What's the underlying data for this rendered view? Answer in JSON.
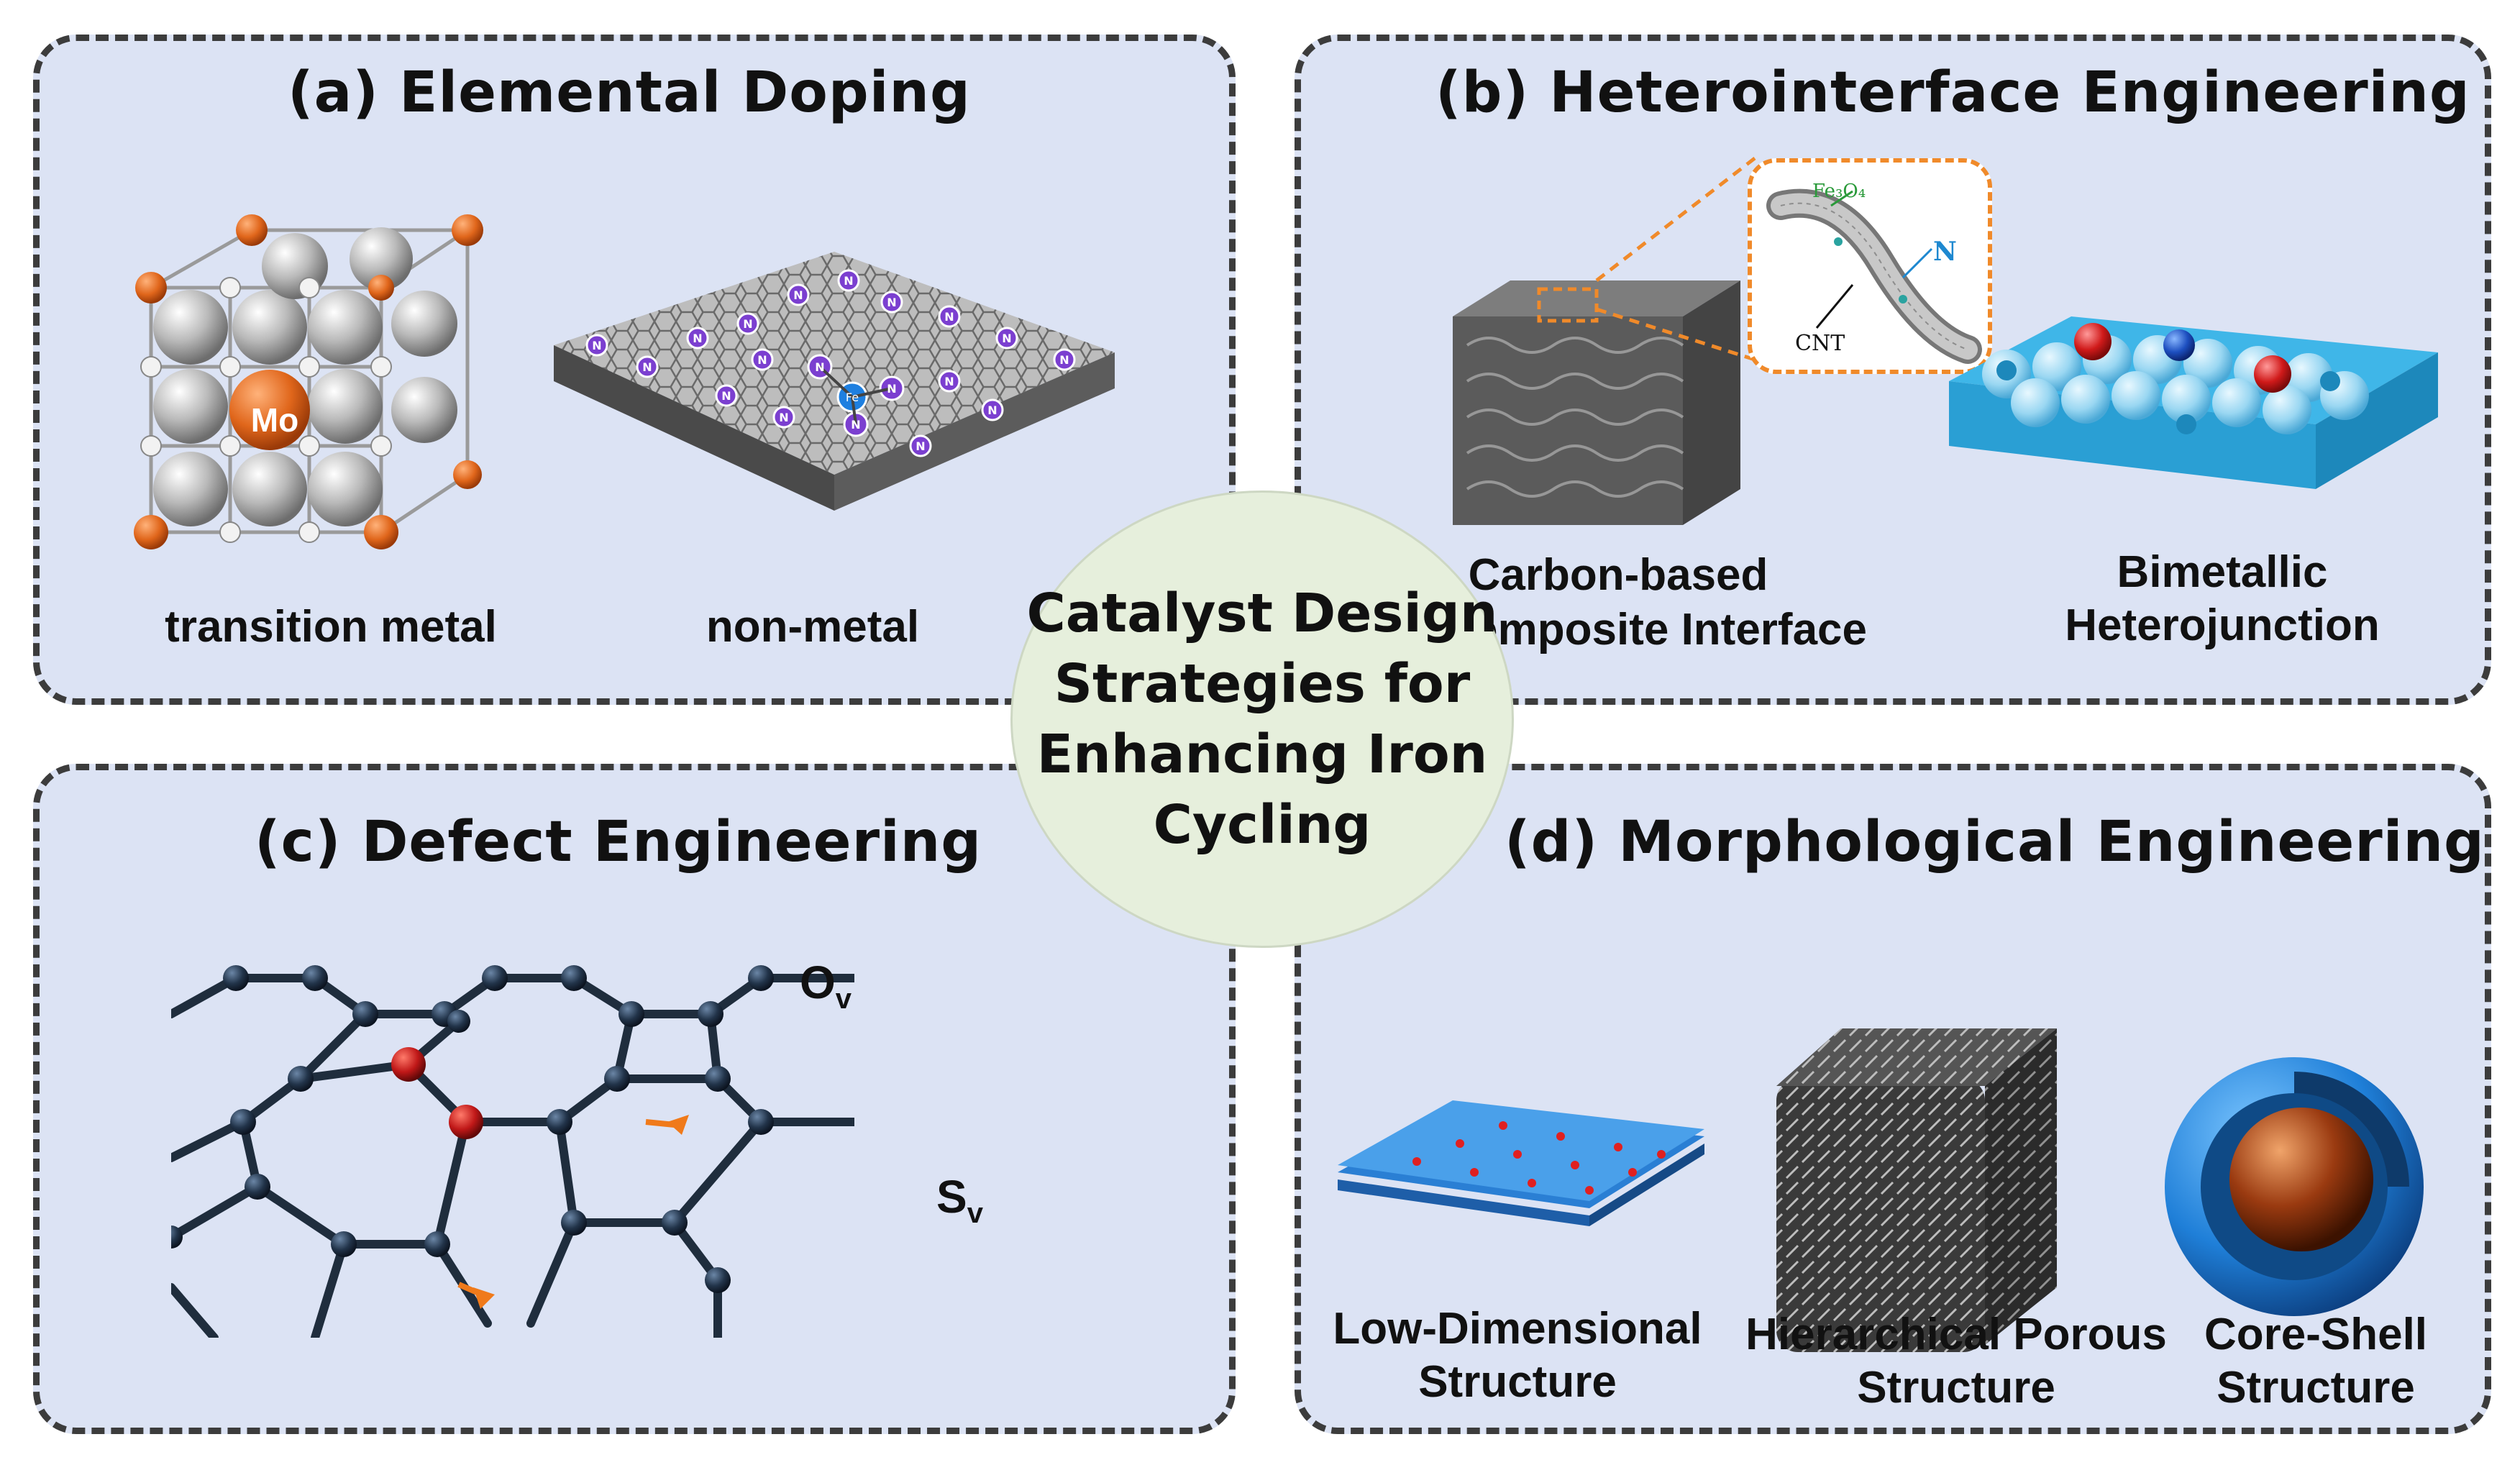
{
  "center": {
    "lines": [
      "Catalyst Design",
      "Strategies for",
      "Enhancing Iron",
      "Cycling"
    ]
  },
  "panel_a": {
    "title": "(a) Elemental Doping",
    "cube_atom": "Mo",
    "sheet_center_atom": "Fe",
    "sheet_dopant_atom": "N",
    "labels": [
      "transition metal",
      "non-metal"
    ]
  },
  "panel_b": {
    "title": "(b) Heterointerface Engineering",
    "inset": {
      "tube_top": "Fe₃O₄",
      "tube_side": "N",
      "tube_bottom": "CNT"
    },
    "labels": [
      {
        "line1": "Carbon-based",
        "line2": "Composite Interface"
      },
      {
        "line1": "Bimetallic",
        "line2": "Heterojunction"
      }
    ]
  },
  "panel_c": {
    "title": "(c) Defect Engineering",
    "vacancy_o": {
      "main": "O",
      "sub": "v"
    },
    "vacancy_s": {
      "main": "S",
      "sub": "v"
    }
  },
  "panel_d": {
    "title": "(d) Morphological Engineering",
    "labels": [
      {
        "line1": "Low-Dimensional",
        "line2": "Structure"
      },
      {
        "line1": "Hierarchical Porous",
        "line2": "Structure"
      },
      {
        "line1": "Core-Shell",
        "line2": "Structure"
      }
    ]
  },
  "colors": {
    "panel_bg": "#dce3f4",
    "center_bg": "#e6efdc",
    "dopant_orange": "#e0661b",
    "nitrogen_purple": "#7b3fd0",
    "cyan_sheet": "#3fb6e8",
    "defect_red": "#c01818"
  }
}
